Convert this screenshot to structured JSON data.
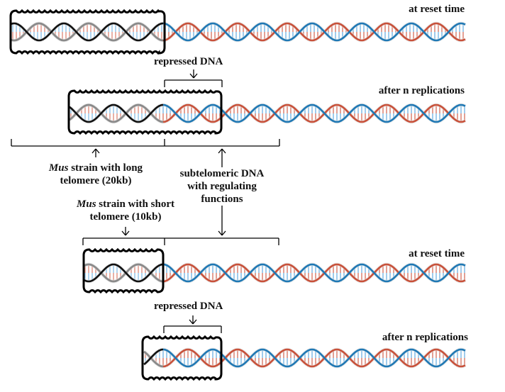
{
  "colors": {
    "strand_a": "#c8513a",
    "strand_b": "#1f78b4",
    "rung_a": "#d36a57",
    "rung_b": "#6aaee0",
    "telomere_black": "#111111",
    "telomere_grey": "#8a8a8a",
    "box": "#000000"
  },
  "panels": [
    {
      "id": "long-reset",
      "state_label": "at reset time",
      "strain": "long",
      "telomere_segment": "full",
      "box_content": "telomere"
    },
    {
      "id": "long-after",
      "state_label": "after n replications",
      "strain": "long",
      "telomere_segment": "shifted",
      "box_content": "telomere + repressed DNA"
    },
    {
      "id": "short-reset",
      "state_label": "at reset time",
      "strain": "short",
      "telomere_segment": "full",
      "box_content": "telomere"
    },
    {
      "id": "short-after",
      "state_label": "after n replications",
      "strain": "short",
      "telomere_segment": "shifted",
      "box_content": "telomere + repressed DNA"
    }
  ],
  "labels": {
    "repressed_dna_top": "repressed DNA",
    "repressed_dna_bottom": "repressed DNA",
    "long_strain": {
      "italic": "Mus",
      "rest_line1": " strain with long",
      "line2": "telomere (20kb)"
    },
    "short_strain": {
      "italic": "Mus",
      "rest_line1": " strain with short",
      "line2": "telomere (10kb)"
    },
    "subtelomeric": {
      "line1": "subtelomeric DNA",
      "line2": "with regulating",
      "line3": "functions"
    }
  }
}
